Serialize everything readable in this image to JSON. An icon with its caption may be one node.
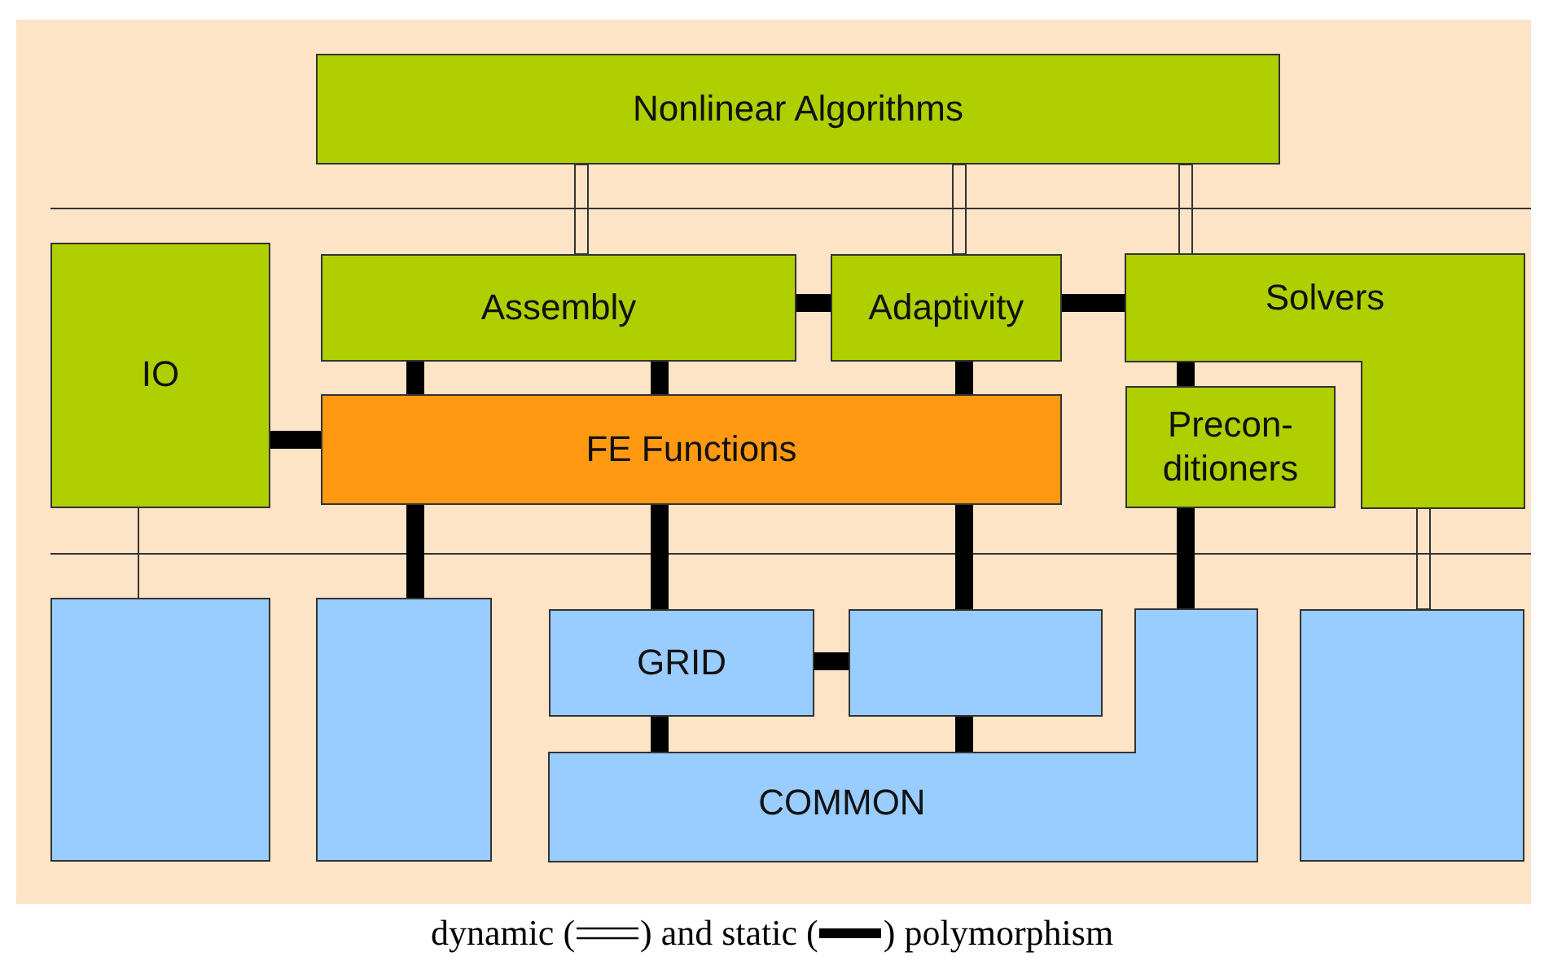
{
  "diagram": {
    "nodes": [
      {
        "text": [
          "Nonlinear Algorithms"
        ]
      },
      {
        "text": [
          "IO"
        ]
      },
      {
        "text": [
          "Assembly"
        ]
      },
      {
        "text": [
          "Adaptivity"
        ]
      },
      {
        "text": [
          "Solvers"
        ]
      },
      {
        "text": [
          "FE Functions"
        ]
      },
      {
        "text": [
          "Precon- ditioners"
        ]
      },
      {
        "text": [],
        "shape": "box"
      },
      {
        "text": [],
        "shape": "box"
      },
      {
        "text": [
          "GRID"
        ]
      },
      {
        "text": [],
        "shape": "box"
      },
      {
        "text": [
          "COMMON"
        ]
      },
      {
        "text": [],
        "shape": "box"
      }
    ],
    "edges": [
      {
        "from": 0,
        "to": 2,
        "arrow": "none"
      },
      {
        "from": 0,
        "to": 3,
        "arrow": "none"
      },
      {
        "from": 0,
        "to": 4,
        "arrow": "none"
      },
      {
        "from": 2,
        "to": 3,
        "arrow": "none"
      },
      {
        "from": 3,
        "to": 4,
        "arrow": "none"
      },
      {
        "from": 2,
        "to": 5,
        "arrow": "none"
      },
      {
        "from": 2,
        "to": 5,
        "arrow": "none"
      },
      {
        "from": 3,
        "to": 5,
        "arrow": "none"
      },
      {
        "from": 1,
        "to": 5,
        "arrow": "none"
      },
      {
        "from": 4,
        "to": 6,
        "arrow": "none"
      },
      {
        "from": 1,
        "to": 7,
        "arrow": "none"
      },
      {
        "from": 5,
        "to": 8,
        "arrow": "none"
      },
      {
        "from": 5,
        "to": 9,
        "arrow": "none"
      },
      {
        "from": 5,
        "to": 10,
        "arrow": "none"
      },
      {
        "from": 6,
        "to": 11,
        "arrow": "none"
      },
      {
        "from": 4,
        "to": 12,
        "arrow": "none"
      },
      {
        "from": 9,
        "to": 10,
        "arrow": "none"
      },
      {
        "from": 9,
        "to": 11,
        "arrow": "none"
      },
      {
        "from": 10,
        "to": 11,
        "arrow": "none"
      }
    ],
    "labels": [
      "dynamic (",
      ") and static (",
      ") polymorphism"
    ]
  }
}
